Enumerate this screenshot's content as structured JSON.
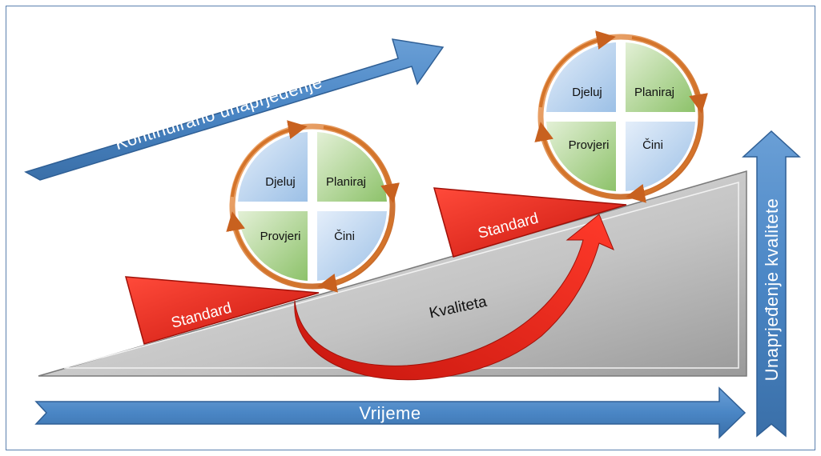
{
  "continuous_improvement_label": "Kontinuirano unaprjeđenje",
  "time_label": "Vrijeme",
  "quality_improvement_label": "Unaprjeđenje kvalitete",
  "quality_label": "Kvaliteta",
  "standards": [
    "Standard",
    "Standard"
  ],
  "pdca_cycles": [
    {
      "act": "Djeluj",
      "plan": "Planiraj",
      "check": "Provjeri",
      "do": "Čini"
    },
    {
      "act": "Djeluj",
      "plan": "Planiraj",
      "check": "Provjeri",
      "do": "Čini"
    }
  ],
  "colors": {
    "blue_arrow": "#4a86c5",
    "blue_arrow_edge": "#2f5f95",
    "red_wedge": "#e8261c",
    "ramp": "#c8c8c8",
    "quad_blue": "#bcd5ee",
    "quad_green": "#b5d79c",
    "ring_orange": "#d9782e"
  }
}
